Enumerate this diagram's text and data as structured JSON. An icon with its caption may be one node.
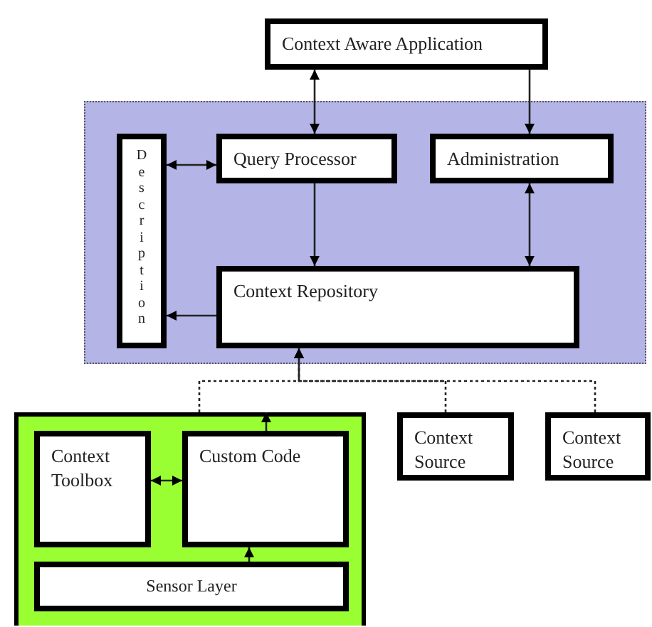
{
  "diagram": {
    "nodes": [
      {
        "text": [
          "Context Aware Application"
        ]
      },
      {
        "text": [],
        "shape": "box"
      },
      {
        "text": [
          "Description"
        ],
        "in": 1
      },
      {
        "text": [
          "Query Processor"
        ],
        "in": 1
      },
      {
        "text": [
          "Administration"
        ],
        "in": 1
      },
      {
        "text": [
          "Context Repository"
        ],
        "in": 1
      },
      {
        "text": [],
        "shape": "box"
      },
      {
        "text": [
          "Context Toolbox"
        ],
        "in": 6
      },
      {
        "text": [
          "Custom Code"
        ],
        "in": 6
      },
      {
        "text": [
          "Sensor Layer"
        ],
        "in": 6
      },
      {
        "text": [
          "Context Source"
        ]
      },
      {
        "text": [
          "Context Source"
        ]
      }
    ],
    "edges": [
      {
        "from": 0,
        "to": 3,
        "arrow": "both"
      },
      {
        "from": 0,
        "to": 4,
        "arrow": "to"
      },
      {
        "from": 2,
        "to": 3,
        "arrow": "both"
      },
      {
        "from": 3,
        "to": 5,
        "arrow": "to"
      },
      {
        "from": 4,
        "to": 5,
        "arrow": "both"
      },
      {
        "from": 5,
        "to": 2,
        "arrow": "to"
      },
      {
        "from": 6,
        "to": 5,
        "arrow": "to",
        "style": "dashed"
      },
      {
        "from": 10,
        "to": 5,
        "arrow": "to",
        "style": "dashed"
      },
      {
        "from": 11,
        "to": 5,
        "arrow": "to",
        "style": "dashed"
      },
      {
        "from": 8,
        "to": 6,
        "arrow": "to"
      },
      {
        "from": 9,
        "to": 8,
        "arrow": "to"
      },
      {
        "from": 7,
        "to": 8,
        "arrow": "both"
      }
    ]
  }
}
